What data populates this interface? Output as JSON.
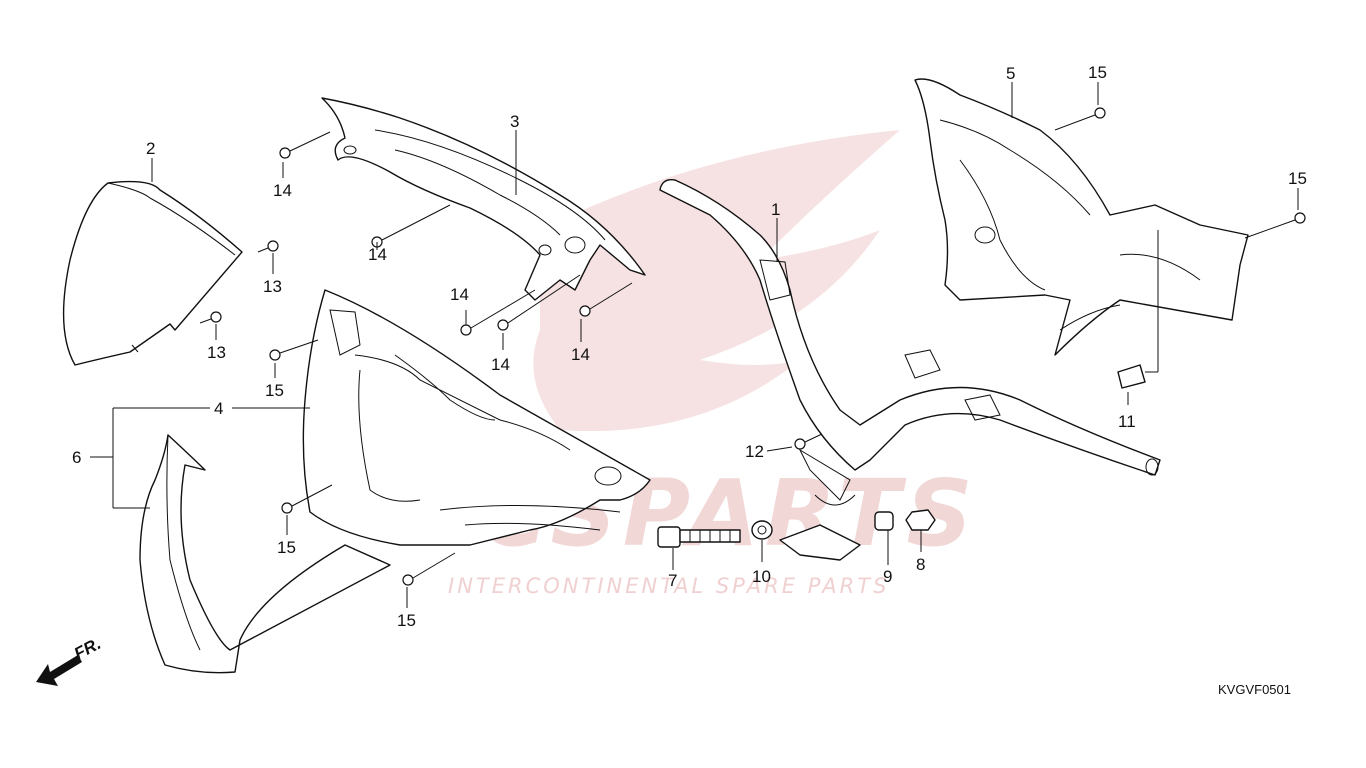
{
  "diagram": {
    "code": "KVGVF0501",
    "direction_label": "FR.",
    "watermark": {
      "brand": "ICSPARTS",
      "tagline": "INTERCONTINENTAL SPARE PARTS"
    },
    "callouts": {
      "c1": "1",
      "c2": "2",
      "c3": "3",
      "c4": "4",
      "c5": "5",
      "c6": "6",
      "c7": "7",
      "c8": "8",
      "c9": "9",
      "c10": "10",
      "c11": "11",
      "c12": "12",
      "c13a": "13",
      "c13b": "13",
      "c14a": "14",
      "c14b": "14",
      "c14c": "14",
      "c14d": "14",
      "c14e": "14",
      "c15a": "15",
      "c15b": "15",
      "c15c": "15",
      "c15d": "15",
      "c15e": "15"
    }
  }
}
